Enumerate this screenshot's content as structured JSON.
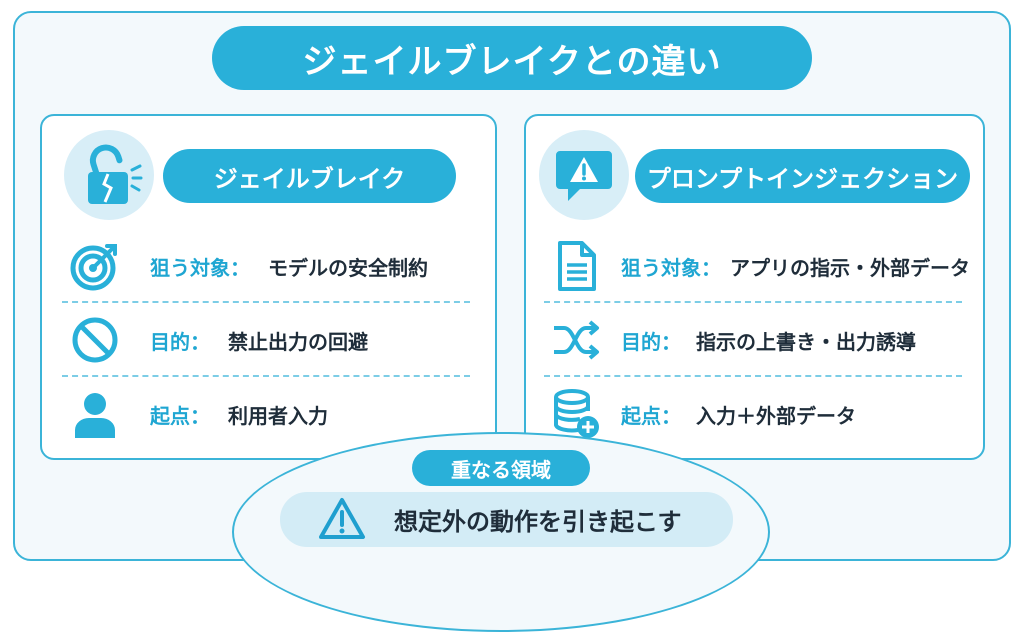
{
  "title": "ジェイルブレイクとの違い",
  "left": {
    "heading": "ジェイルブレイク",
    "icon": "broken-lock-icon",
    "rows": [
      {
        "label": "狙う対象：",
        "value": "モデルの安全制約",
        "icon": "target-icon"
      },
      {
        "label": "目的：",
        "value": "禁止出力の回避",
        "icon": "prohibited-icon"
      },
      {
        "label": "起点：",
        "value": "利用者入力",
        "icon": "user-icon"
      }
    ]
  },
  "right": {
    "heading": "プロンプトインジェクション",
    "icon": "warning-speech-bubble-icon",
    "rows": [
      {
        "label": "狙う対象：",
        "value": "アプリの指示・外部データ",
        "icon": "document-icon"
      },
      {
        "label": "目的：",
        "value": "指示の上書き・出力誘導",
        "icon": "shuffle-icon"
      },
      {
        "label": "起点：",
        "value": "入力＋外部データ",
        "icon": "database-add-icon"
      }
    ]
  },
  "overlap": {
    "tag": "重なる領域",
    "text": "想定外の動作を引き起こす",
    "icon": "warning-icon"
  },
  "colors": {
    "accent": "#29b0d9",
    "border": "#3bb4d8",
    "label": "#1fa6d2"
  }
}
